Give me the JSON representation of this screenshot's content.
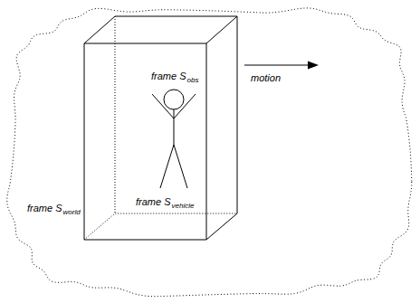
{
  "diagram": {
    "nodes": [
      {
        "text": [
          "frame S",
          "world"
        ]
      },
      {
        "text": [
          "frame S",
          "vehicle"
        ],
        "in": 0
      }
    ],
    "labels": [
      "frame S",
      "obs",
      "motion"
    ]
  }
}
